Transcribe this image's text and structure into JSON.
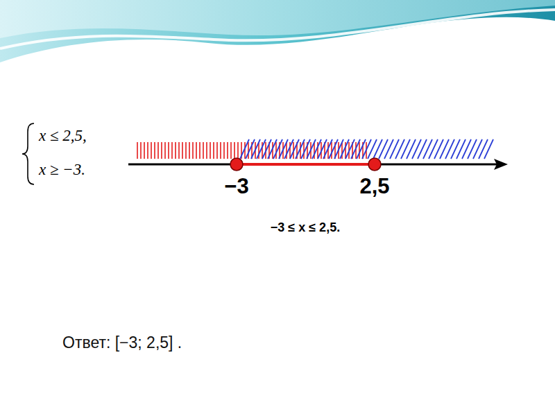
{
  "diagram": {
    "labels": [
      "x ≤ 2,5,",
      "x ≥ −3.",
      "−3",
      "2,5",
      "−3 ≤ x ≤ 2,5.",
      "Ответ: [−3; 2,5] ."
    ]
  }
}
